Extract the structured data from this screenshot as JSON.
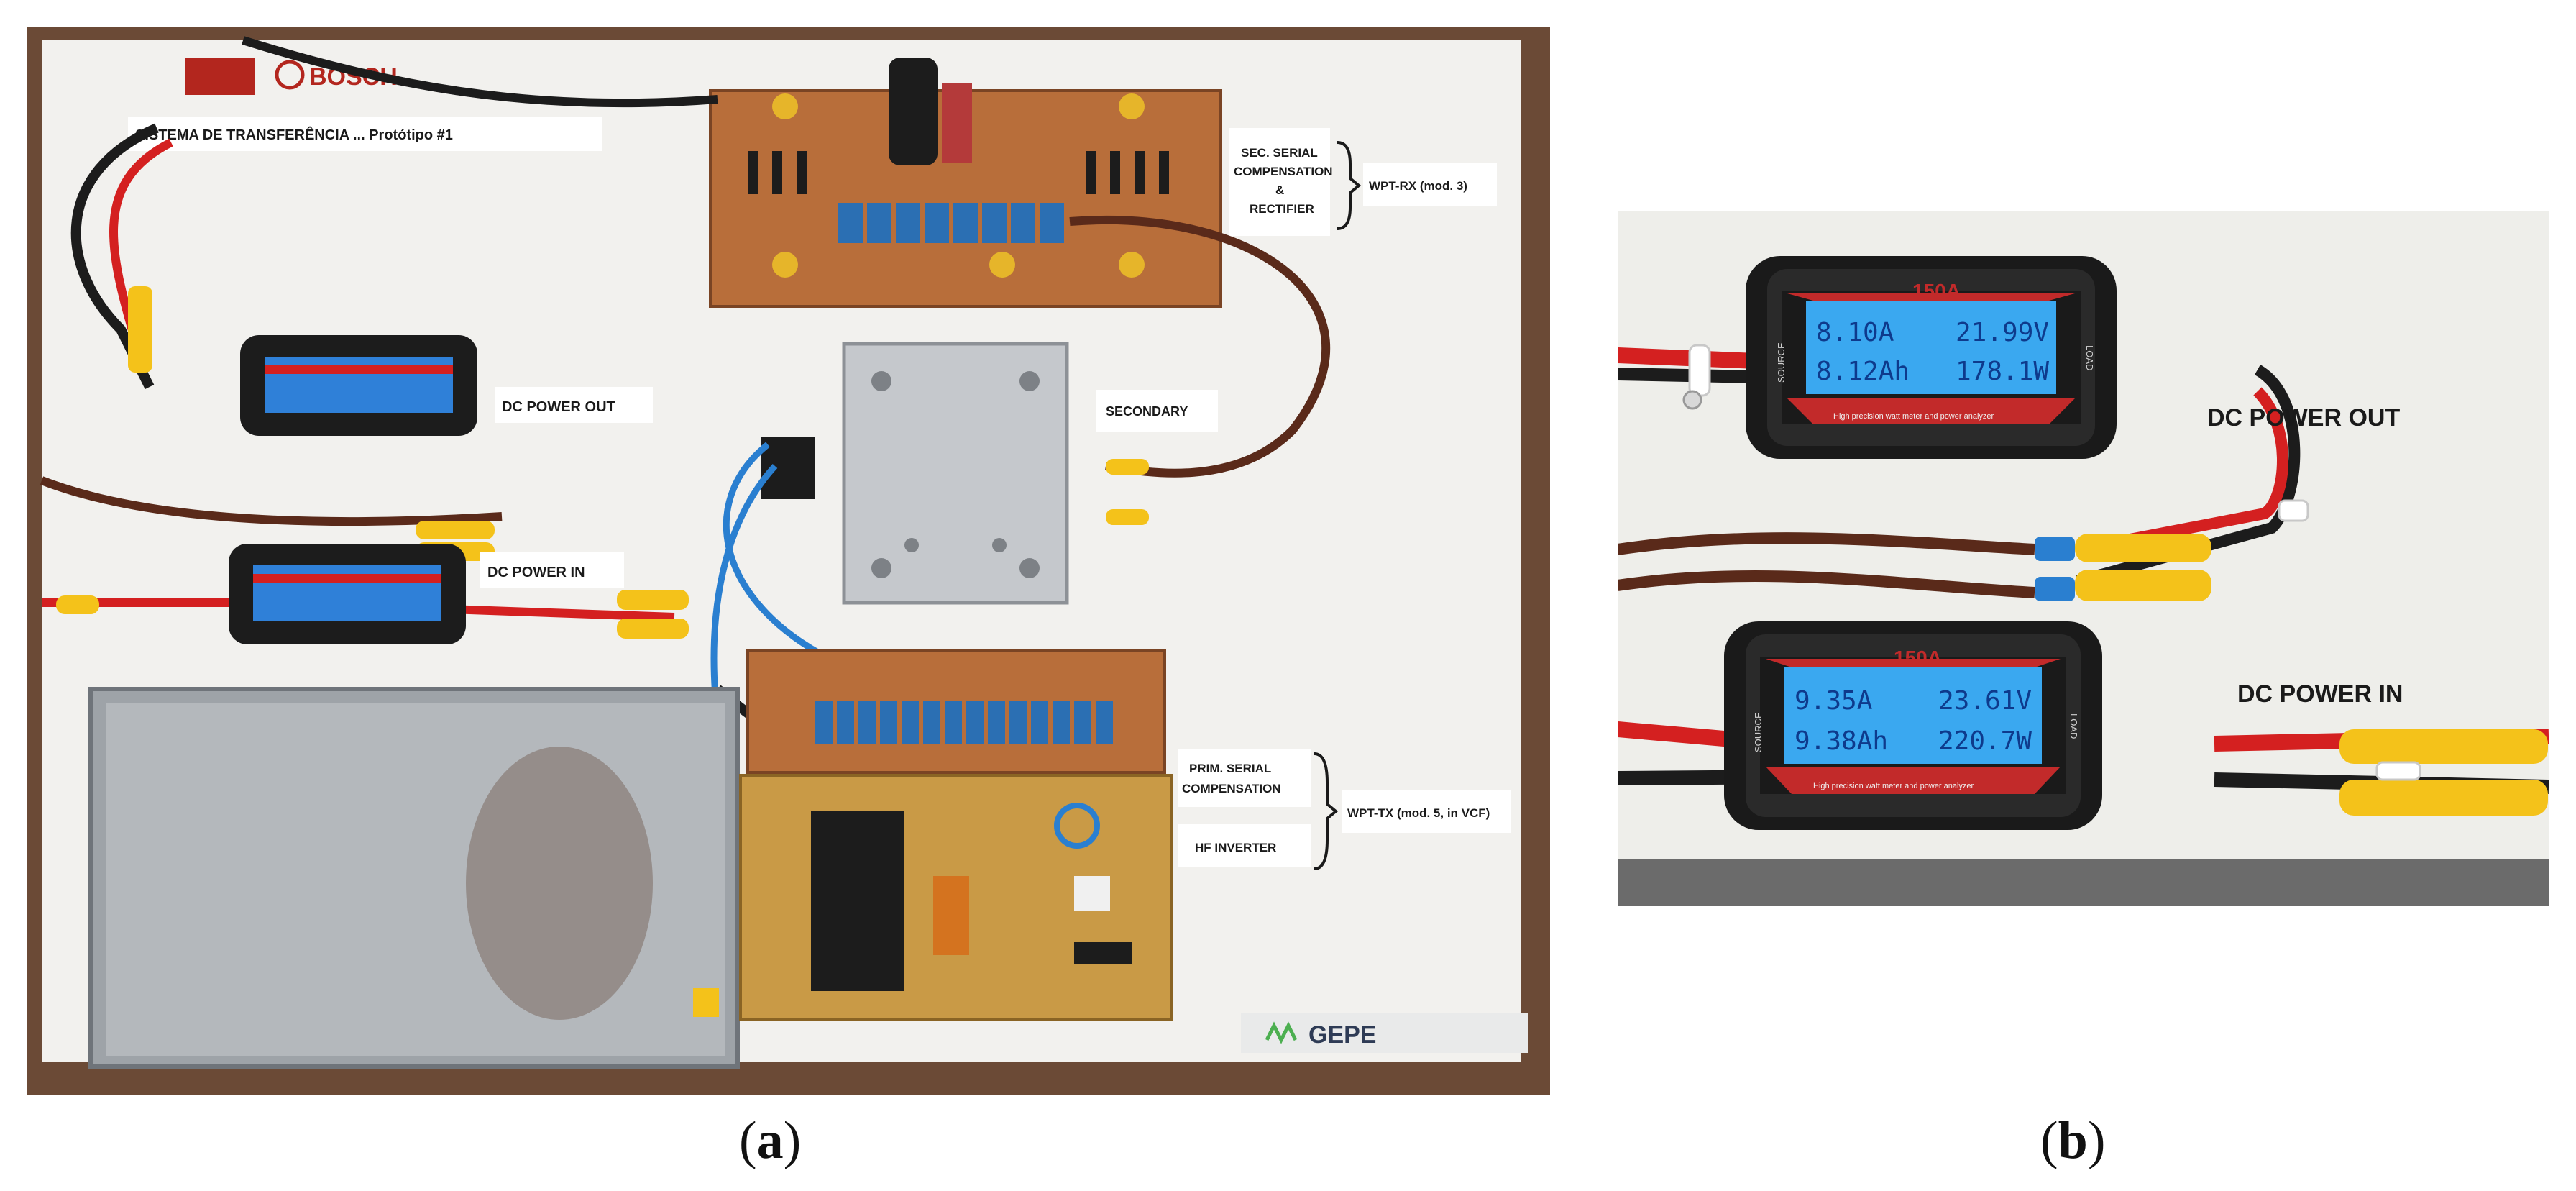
{
  "panel_a": {
    "caption_letter": "a",
    "labels": {
      "sec_serial_line1": "SEC. SERIAL",
      "sec_serial_line2": "COMPENSATION",
      "sec_serial_line3": "&",
      "sec_serial_line4": "RECTIFIER",
      "wpt_rx": "WPT-RX (mod. 3)",
      "secondary": "SECONDARY",
      "dc_power_out": "DC POWER OUT",
      "dc_power_in": "DC POWER IN",
      "prim_serial_line1": "PRIM. SERIAL",
      "prim_serial_line2": "COMPENSATION",
      "hf_inverter": "HF INVERTER",
      "wpt_tx": "WPT-TX (mod. 5, in VCF)",
      "header_title": "SISTEMA DE TRANSFERÊNCIA ... Protótipo #1",
      "bosch_logo": "BOSCH",
      "gepe_logo": "GEPE"
    }
  },
  "panel_b": {
    "caption_letter": "b",
    "labels": {
      "dc_power_out": "DC POWER OUT",
      "dc_power_in": "DC POWER IN"
    },
    "meter_out": {
      "current": "8.10A",
      "voltage": "21.99V",
      "charge": "8.12Ah",
      "power": "178.1W",
      "source_tag": "SOURCE",
      "load_tag": "LOAD",
      "brand": "150A",
      "subtitle": "High precision watt meter and power analyzer"
    },
    "meter_in": {
      "current": "9.35A",
      "voltage": "23.61V",
      "charge": "9.38Ah",
      "power": "220.7W",
      "source_tag": "SOURCE",
      "load_tag": "LOAD",
      "brand": "150A",
      "subtitle": "High precision watt meter and power analyzer"
    }
  },
  "colors": {
    "wood_frame": "#6b4a36",
    "board_white": "#f2f1ee",
    "pcb_brown": "#b86e3a",
    "lcd_blue": "#3aa8f0",
    "wire_red": "#d42020",
    "wire_brown": "#5a2a1a",
    "wire_blue": "#2a7fd0",
    "connector_yellow": "#f4c21a"
  }
}
